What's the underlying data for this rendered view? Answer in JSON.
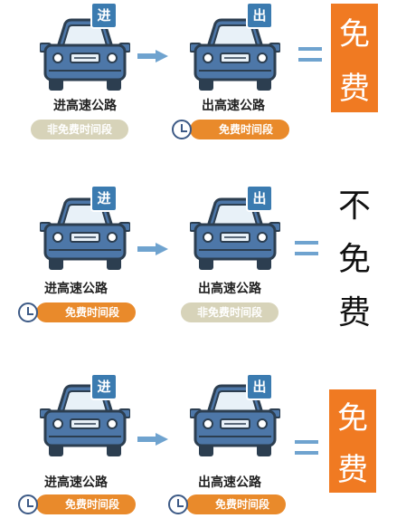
{
  "rows": [
    {
      "entry": {
        "tag": "进",
        "label": "进高速公路",
        "period": "非免费时间段"
      },
      "exit": {
        "tag": "出",
        "label": "出高速公路",
        "period": "免费时间段"
      },
      "result": [
        "免",
        "费"
      ]
    },
    {
      "entry": {
        "tag": "进",
        "label": "进高速公路",
        "period": "免费时间段"
      },
      "exit": {
        "tag": "出",
        "label": "出高速公路",
        "period": "非免费时间段"
      },
      "result": [
        "不",
        "免",
        "费"
      ]
    },
    {
      "entry": {
        "tag": "进",
        "label": "进高速公路",
        "period": "免费时间段"
      },
      "exit": {
        "tag": "出",
        "label": "出高速公路",
        "period": "免费时间段"
      },
      "result": [
        "免",
        "费"
      ]
    }
  ],
  "colors": {
    "car_body": "#4d77a8",
    "car_outline": "#2c3e50",
    "tag_blue": "#3b7bb0",
    "free_orange": "#e98a2b",
    "result_orange": "#f07a22",
    "nonfree_gray": "#d7d3b9",
    "arrow_blue": "#6fa3cf"
  },
  "icons": {
    "car": "car-icon",
    "clock": "clock-icon",
    "arrow": "arrow-right-icon",
    "equals": "equals-icon"
  }
}
